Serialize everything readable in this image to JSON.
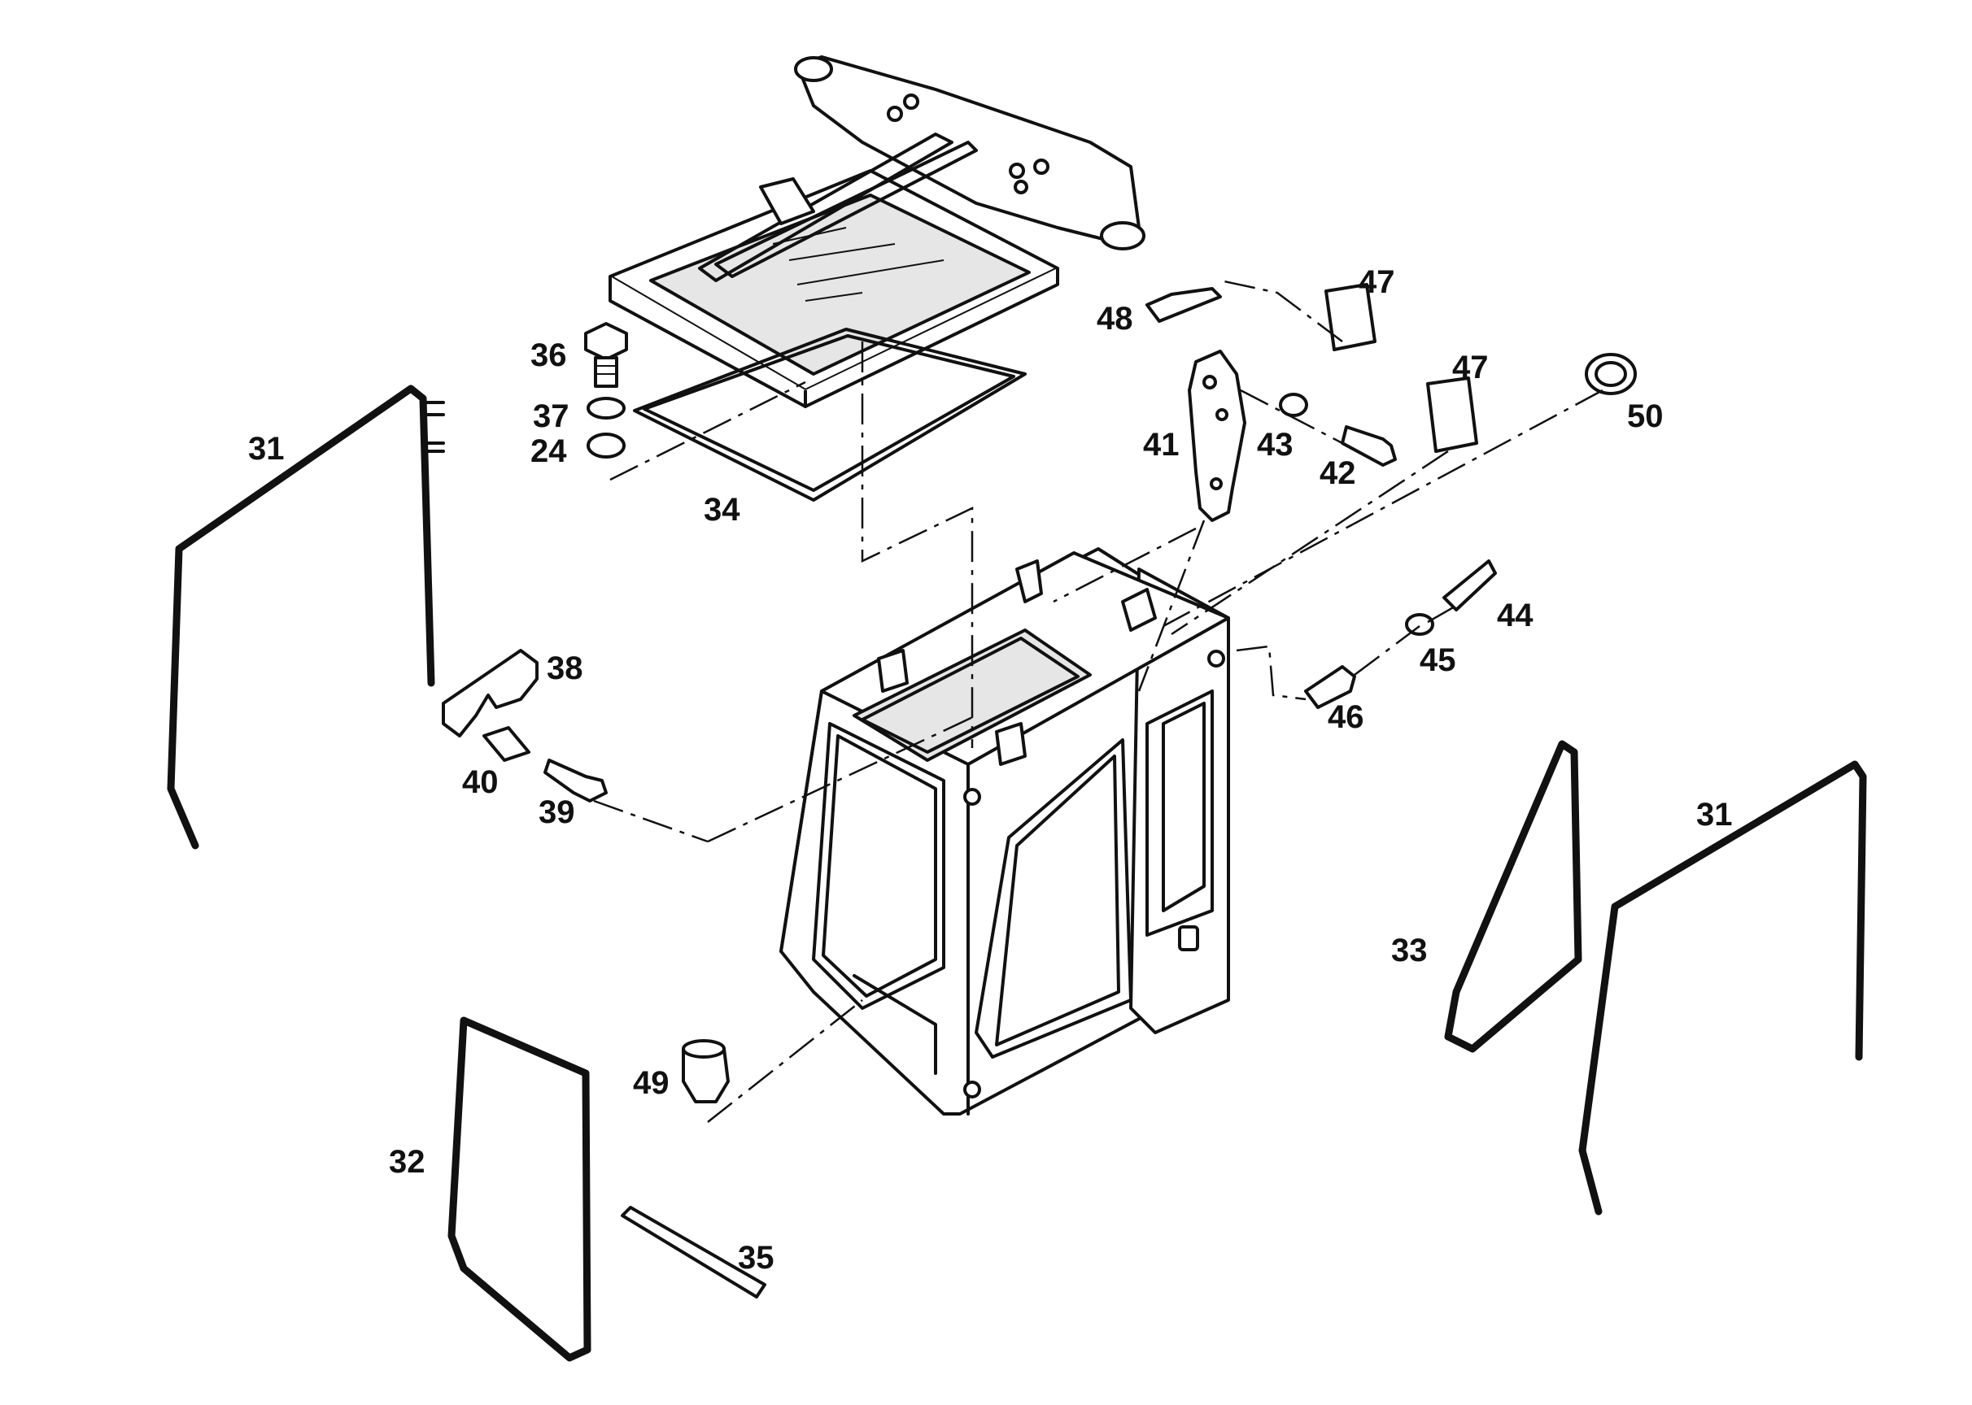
{
  "diagram": {
    "labels": {
      "l31a": "31",
      "l31b": "31",
      "l32": "32",
      "l33": "33",
      "l34": "34",
      "l35": "35",
      "l36": "36",
      "l37": "37",
      "l24": "24",
      "l38": "38",
      "l39": "39",
      "l40": "40",
      "l41": "41",
      "l42": "42",
      "l43": "43",
      "l44": "44",
      "l45": "45",
      "l46": "46",
      "l47a": "47",
      "l47b": "47",
      "l48": "48",
      "l49": "49",
      "l50": "50"
    }
  }
}
